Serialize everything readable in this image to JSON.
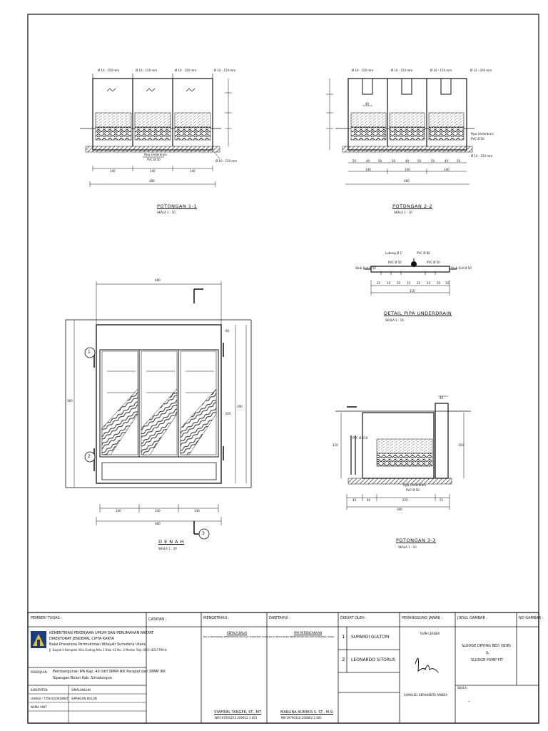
{
  "drawing": {
    "section_1": {
      "title": "POTONGAN 1-1",
      "scale": "SKALA 1 : 10",
      "pipe_labels": [
        "Ø 10 - 150 mm",
        "Ø 10 - 150 mm",
        "Ø 10 - 150 mm",
        "Ø 10 - 150 mm"
      ],
      "underdrain_label": "Pipa Underdrain",
      "pvc_label": "PVC Ø 50",
      "side_pipe": "Ø 10 - 150 mm",
      "dims": [
        "140",
        "140",
        "140"
      ],
      "total": "480"
    },
    "section_2": {
      "title": "POTONGAN 2-2",
      "scale": "SKALA 1 : 10",
      "pipe_labels": [
        "Ø 10 - 150 mm",
        "Ø 10 - 150 mm",
        "Ø 10 - 150 mm",
        "Ø 12 - 200 mm"
      ],
      "underdrain_label": "Pipa Underdrain",
      "pvc_label": "PVC Ø 50",
      "side_pipe": "Ø 10 - 150 mm",
      "inner_dims": [
        "50",
        "40",
        "50",
        "50",
        "40",
        "50",
        "50",
        "40",
        "50"
      ],
      "dims": [
        "140",
        "140",
        "140"
      ],
      "total": "480",
      "top_dim": "40"
    },
    "detail": {
      "title": "DETAIL PIPA UNDERDRAIN",
      "scale": "SKALA 1 : 10",
      "lubang": "Lubang Ø 1\"",
      "pvc_top": "PVC Ø 80",
      "pvc_left": "PVC Ø 50",
      "pvc_right": "PVC Ø 50",
      "stub_left": "Stub End Ø 50",
      "stub_right": "Stub End Ø 50",
      "segments": [
        "20",
        "20",
        "20",
        "10",
        "20",
        "20",
        "20",
        "10"
      ],
      "total": "110"
    },
    "plan": {
      "title": "D E N A H",
      "scale": "SKALA 1 : 20",
      "top_dim": "480",
      "dims": [
        "140",
        "140",
        "140"
      ],
      "total": "480",
      "markers": [
        "1",
        "2",
        "3"
      ],
      "side_dims": [
        "290",
        "220",
        "60"
      ],
      "left_dim": "360"
    },
    "section_3": {
      "title": "POTONGAN 3-3",
      "scale": "SKALA 1 : 10",
      "pvc_label": "PVC Ø 150",
      "underdrain_label": "Pipa Underdrain",
      "pvc_small": "PVC Ø 50",
      "top_dim": "40",
      "dims": [
        "40",
        "40",
        "225",
        "55"
      ],
      "total": "360",
      "heights": [
        "120",
        "150"
      ]
    }
  },
  "title_block": {
    "pemberi_tugas_label": "PEMBERI TUGAS :",
    "catatan_label": "CATATAN :",
    "mengetahui_label": "MENGETAHUI :",
    "diketahui_label": "DIKETAHUI :",
    "dibuat_label": "DIBUAT OLEH :",
    "penanggung_label": "PENANGGUNG JAWAB :",
    "judul_label": "JUDUL GAMBAR :",
    "no_gambar_label": "NO GAMBAR :",
    "ministry_1": "KEMENTRIAN PEKERJAAN UMUM DAN PERUMAHAN RAKYAT",
    "ministry_2": "DIREKTORAT JENDERAL CIPTA KARYA",
    "ministry_3": "Balai Prasarana Permukiman Wilayah Sumatera Utara",
    "address": "Jl. Bayak II Komplek Villa Gading Mas 2 Blok A1 No. 2 Medan Telp (061) 4227799-8",
    "pekerjaan_label": "PEKERJAAN :",
    "pekerjaan": "Pembangunan IPA Kap. 40 l/dtl SPAM IKK Parapat dan SPAM IKK",
    "pekerjaan_2": "Sipangan Bolon Kab. Simalungun",
    "kabupaten_label": "KABUPATEN",
    "kabupaten": "SIMALUNGUN",
    "lokasi_label": "LOKASI / TITIK KOORDINAT",
    "lokasi": "SIPANGAN BOLON",
    "nama_unit_label": "NAMA UNIT",
    "mengetahui_role": "KEPALA BALAI",
    "mengetahui_org": "BALAI PRASARANA PERMUKIMAN WILAYAH SUMATERA UTARA",
    "mengetahui_name": "SYAFRIEL TANGER, ST., MT",
    "mengetahui_nip": "NIP.197005272 200912 1 001",
    "diketahui_role": "PPK PERENCANAAN",
    "diketahui_org": "BALAI PRASARANA PERMUKIMAN WILAYAH SUMATERA UTARA",
    "diketahui_name": "MARLINA RUMIRIS S. ST., M.Si",
    "diketahui_nip": "NIP.19790318 200802 2 001",
    "dibuat_1_no": "1",
    "dibuat_1": "SUPARDI GULTOM",
    "dibuat_2_no": "2",
    "dibuat_2": "LEONARDO SITORUS",
    "team_leader": "TEAM LEADER",
    "leader_name": "SAMALIEL KERAHENTA PANDIA",
    "judul_1": "SLUDGE DRYING BED (SDB)",
    "judul_2": "&",
    "judul_3": "SLUDGE PUMP PIT",
    "skala_label": "SKALA :",
    "skala_value": "-"
  },
  "colors": {
    "line": "#111111",
    "hatch": "#444444",
    "logo_blue": "#1a3a8a",
    "logo_yellow": "#e8c21b"
  }
}
